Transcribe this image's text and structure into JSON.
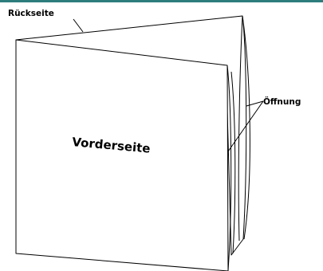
{
  "accent_color": "#2e7d7d",
  "labels": {
    "back": "Rückseite",
    "front": "Vorderseite",
    "opening": "Öffnung"
  }
}
